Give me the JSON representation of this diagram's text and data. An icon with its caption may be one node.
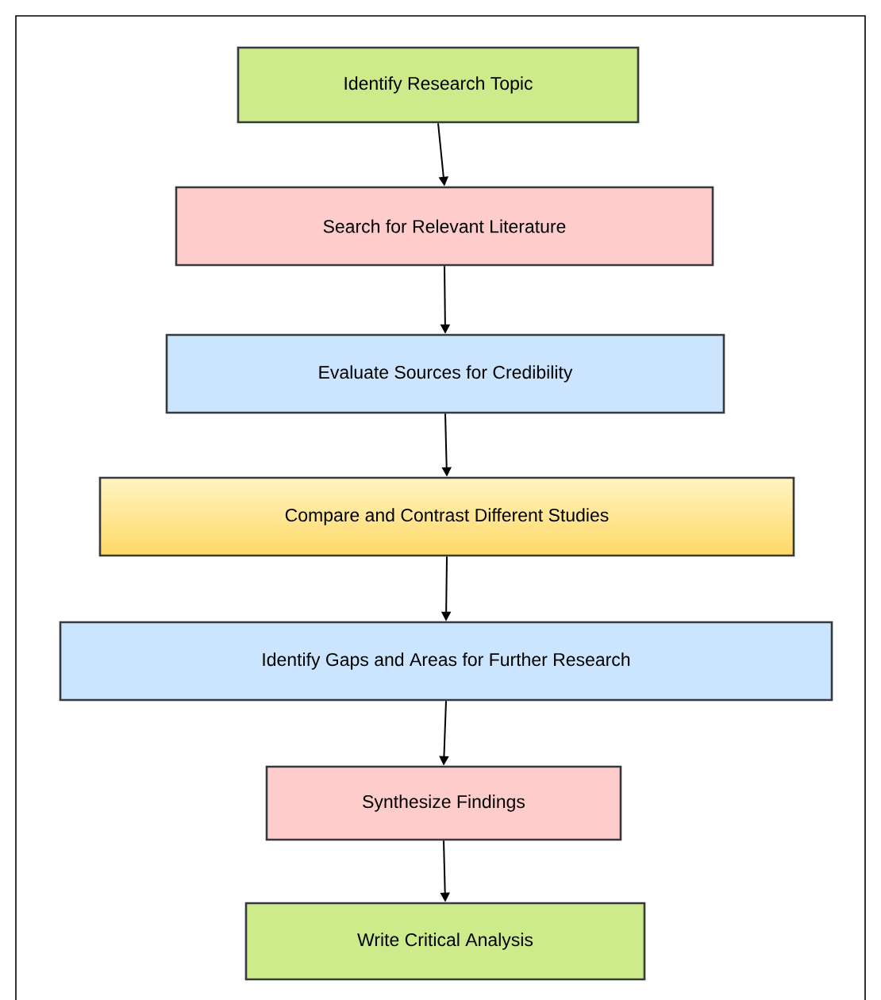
{
  "diagram": {
    "nodes": [
      {
        "text": [
          "Identify Research Topic"
        ]
      },
      {
        "text": [
          "Search for Relevant Literature"
        ]
      },
      {
        "text": [
          "Evaluate Sources for Credibility"
        ]
      },
      {
        "text": [
          "Compare and Contrast Different Studies"
        ]
      },
      {
        "text": [
          "Identify Gaps and Areas for Further Research"
        ]
      },
      {
        "text": [
          "Synthesize Findings"
        ]
      },
      {
        "text": [
          "Write Critical Analysis"
        ]
      }
    ],
    "edges": [
      {
        "from": 0,
        "to": 1,
        "arrow": "to"
      },
      {
        "from": 1,
        "to": 2,
        "arrow": "to"
      },
      {
        "from": 2,
        "to": 3,
        "arrow": "to"
      },
      {
        "from": 3,
        "to": 4,
        "arrow": "to"
      },
      {
        "from": 4,
        "to": 5,
        "arrow": "to"
      },
      {
        "from": 5,
        "to": 6,
        "arrow": "to"
      }
    ]
  }
}
